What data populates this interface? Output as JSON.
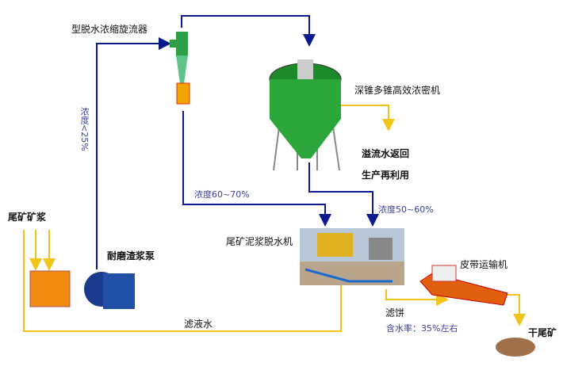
{
  "labels": {
    "cyclone": "型脱水浓缩旋流器",
    "conc_lt25": "浓度<25%",
    "thickener": "深锥多锥高效浓密机",
    "overflow_1": "溢流水返回",
    "overflow_2": "生产再利用",
    "conc_60_70": "浓度60~70%",
    "conc_50_60": "浓度50~60%",
    "tailings_slurry": "尾矿矿浆",
    "pump": "耐磨渣浆泵",
    "dewatering_machine": "尾矿泥浆脱水机",
    "belt_conveyor": "皮带运输机",
    "filter_cake": "滤饼",
    "moisture": "含水率：35%左右",
    "filtrate": "滤液水",
    "dry_tailings": "干尾矿"
  },
  "colors": {
    "slurry_line": "#0a1a8c",
    "water_line": "#f0c419",
    "equipment_green": "#2aa63a"
  }
}
